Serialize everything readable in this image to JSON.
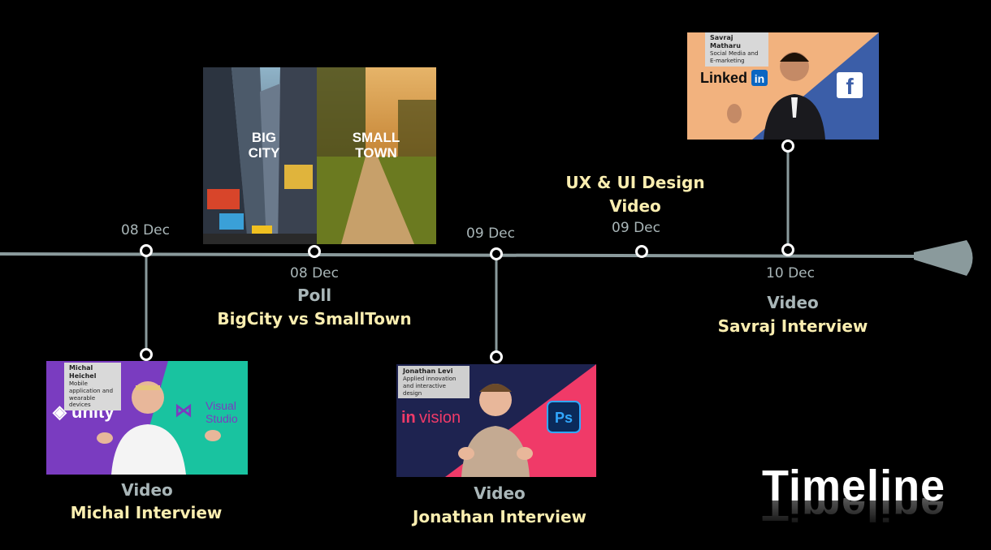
{
  "title": "Timeline",
  "colors": {
    "accent_text": "#fbeeb0",
    "muted_text": "#a9b6b8",
    "line": "#8a9a9c",
    "background": "#000000"
  },
  "events": [
    {
      "id": "michal",
      "date": "08 Dec",
      "kind": "Video",
      "name": "Michal Interview",
      "thumb": {
        "badge_name": "Michal Heichel",
        "badge_sub": "Mobile application and wearable devices",
        "left_logo": "unity",
        "right_logo": "Visual Studio"
      }
    },
    {
      "id": "poll",
      "date": "08 Dec",
      "kind": "Poll",
      "name": "BigCity vs SmallTown",
      "thumb": {
        "left_text": "BIG CITY",
        "right_text": "SMALL TOWN"
      }
    },
    {
      "id": "jonathan",
      "date": "09 Dec",
      "kind": "Video",
      "name": "Jonathan Interview",
      "thumb": {
        "badge_name": "Jonathan Levi",
        "badge_sub": "Applied innovation and interactive design",
        "left_logo": "invision",
        "right_logo": "Ps"
      }
    },
    {
      "id": "uxui",
      "date": "09 Dec",
      "kind": "Video",
      "name": "UX & UI Design"
    },
    {
      "id": "savraj",
      "date": "10 Dec",
      "kind": "Video",
      "name": "Savraj Interview",
      "thumb": {
        "badge_name": "Savraj Matharu",
        "badge_sub": "Social Media and E-marketing",
        "left_logo": "Linked",
        "left_logo_in": "in",
        "right_logo": "f"
      }
    }
  ]
}
